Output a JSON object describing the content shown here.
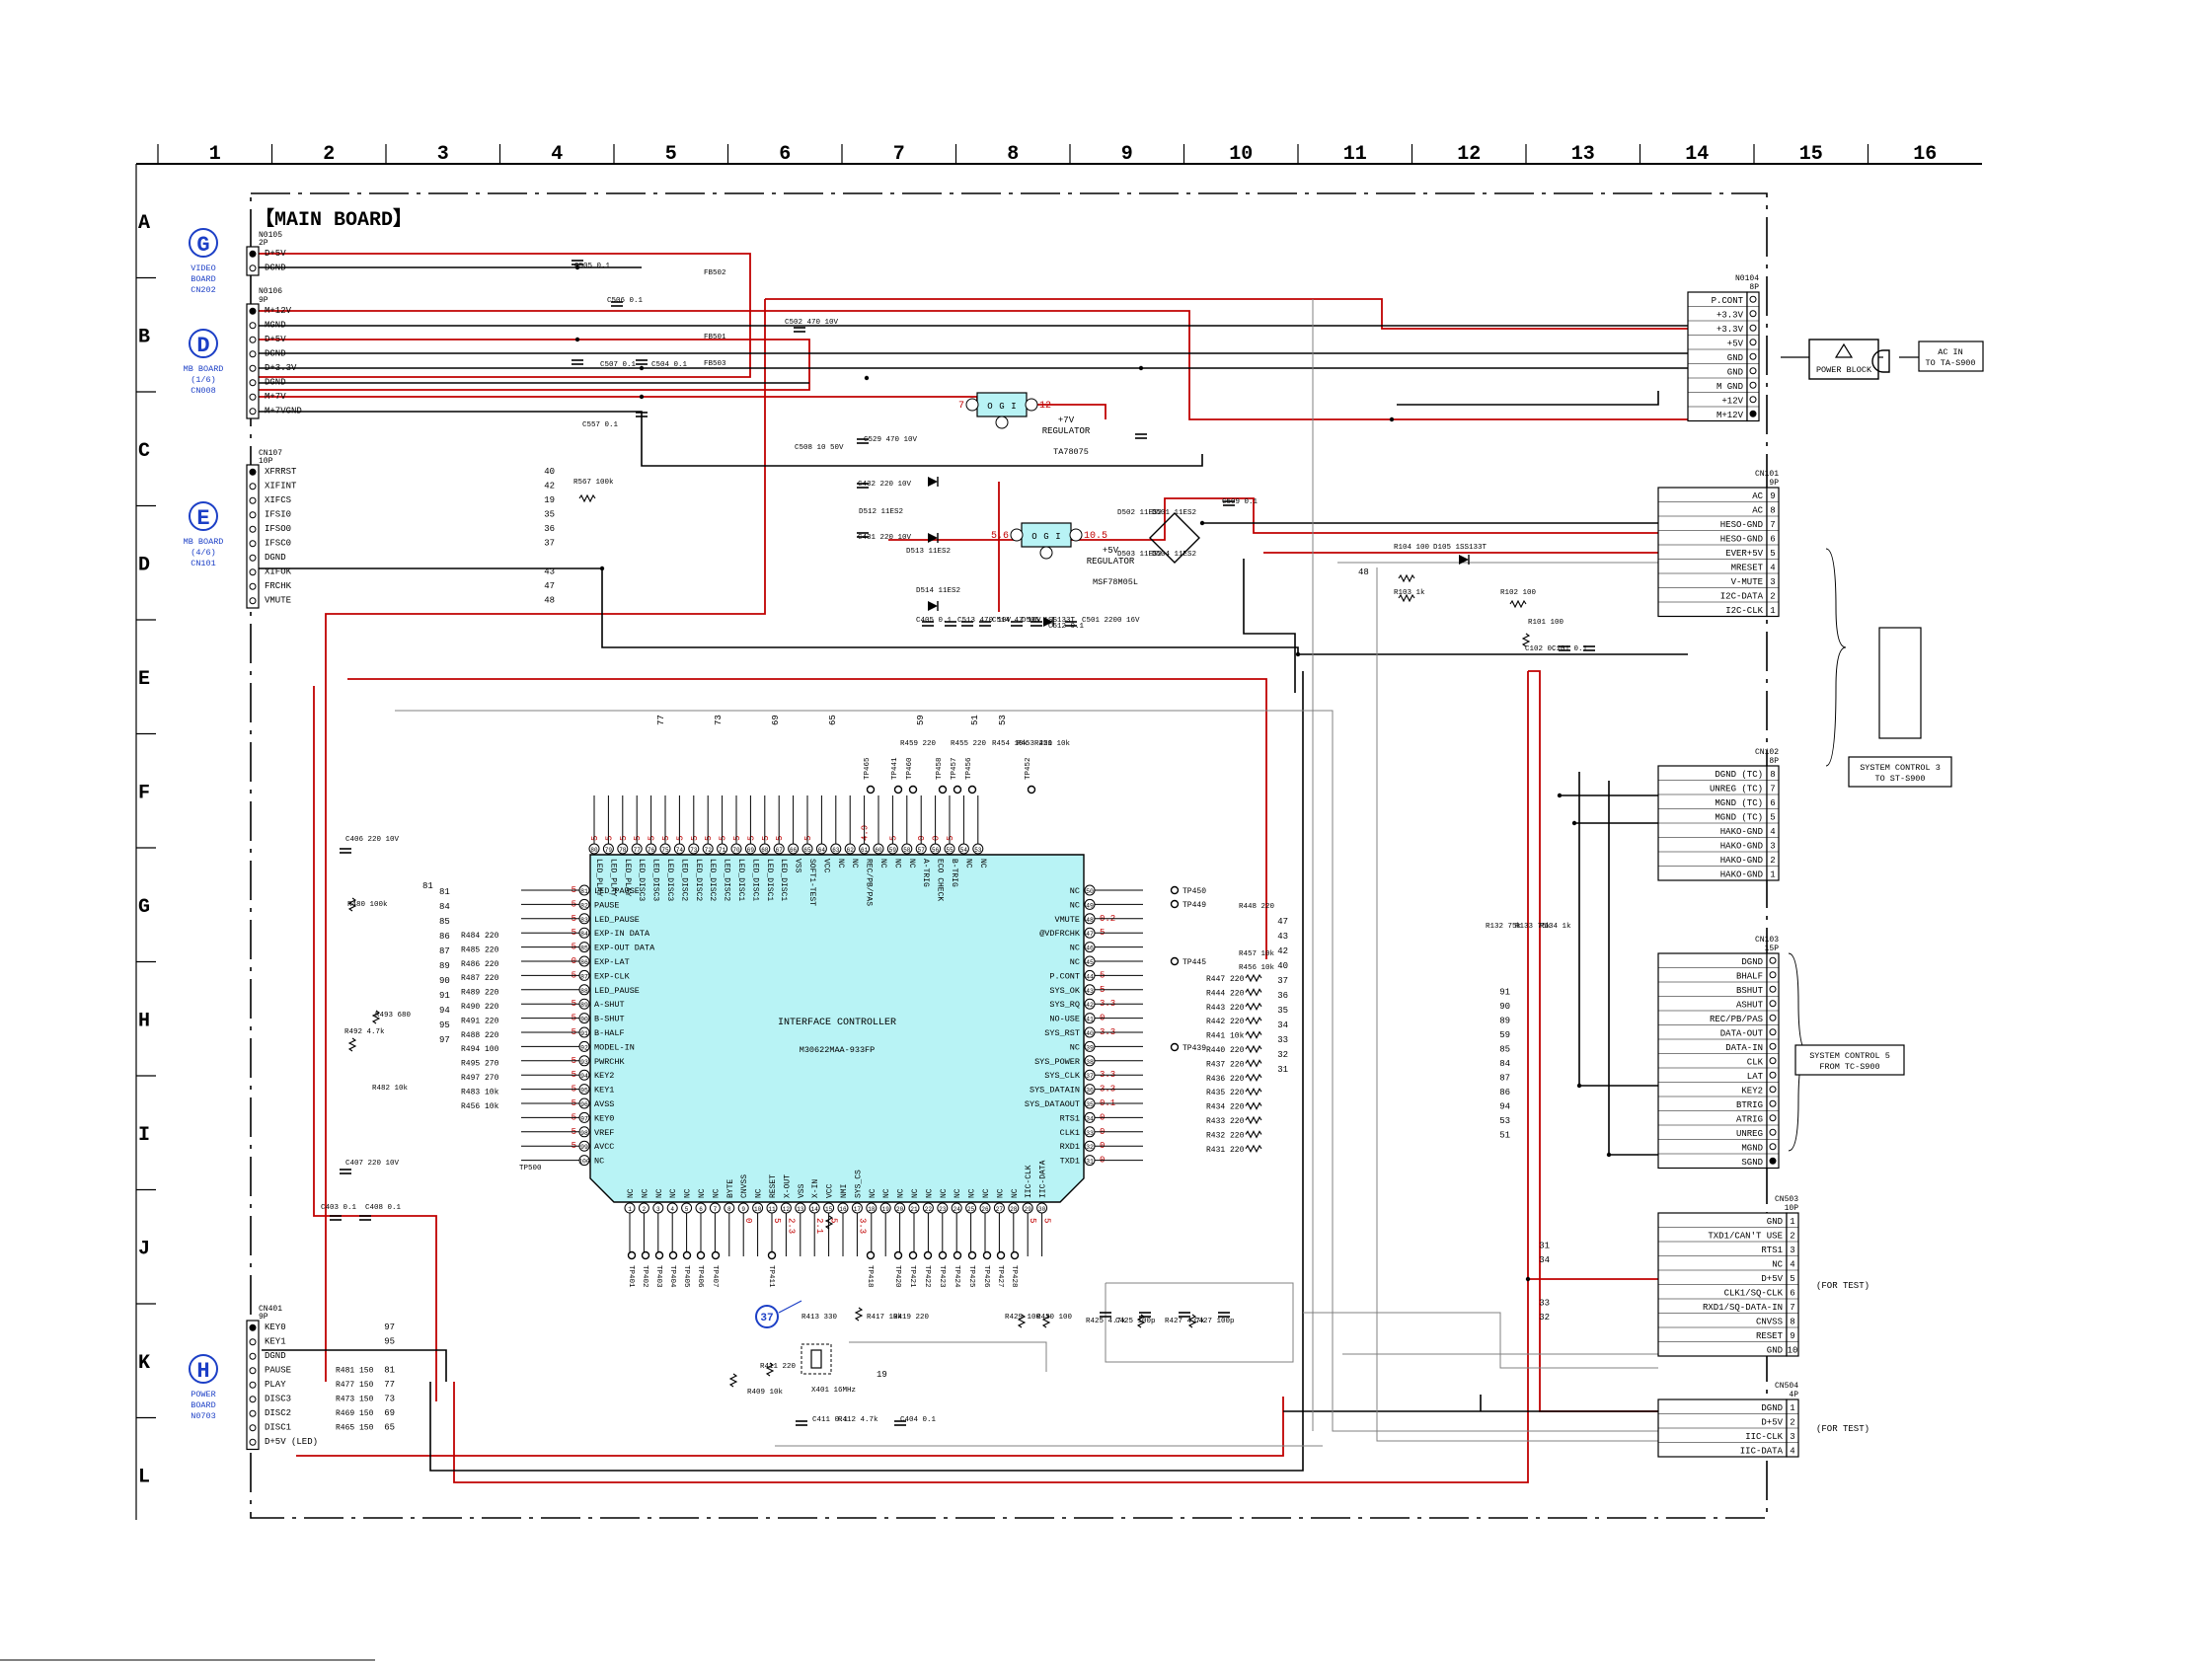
{
  "grid": {
    "columns": [
      "1",
      "2",
      "3",
      "4",
      "5",
      "6",
      "7",
      "8",
      "9",
      "10",
      "11",
      "12",
      "13",
      "14",
      "15",
      "16"
    ],
    "rows": [
      "A",
      "B",
      "C",
      "D",
      "E",
      "F",
      "G",
      "H",
      "I",
      "J",
      "K",
      "L"
    ]
  },
  "board_title": "【MAIN BOARD】",
  "colors": {
    "power_wire": "#c00000",
    "signal_wire": "#000000",
    "aux_wire": "#808080",
    "ic_fill": "#b8f3f5",
    "off_sheet_link": "#1c3fc6"
  },
  "off_sheet_links": [
    {
      "letter": "G",
      "label_lines": [
        "VIDEO",
        "BOARD",
        "CN202"
      ]
    },
    {
      "letter": "D",
      "label_lines": [
        "MB BOARD",
        "(1/6)",
        "CN008"
      ]
    },
    {
      "letter": "E",
      "label_lines": [
        "MB BOARD",
        "(4/6)",
        "CN101"
      ]
    },
    {
      "letter": "H",
      "label_lines": [
        "POWER",
        "BOARD",
        "N0703"
      ]
    }
  ],
  "connectors_left": [
    {
      "ref": "N0105",
      "sub": "2P",
      "pins": [
        "D+5V",
        "DGND"
      ]
    },
    {
      "ref": "N0106",
      "sub": "9P",
      "pins": [
        "M+12V",
        "MGND",
        "D+5V",
        "DGND",
        "D+3.3V",
        "DGND",
        "M+7V",
        "M+7VGND"
      ]
    },
    {
      "ref": "CN107",
      "sub": "10P",
      "pins": [
        "XFRRST",
        "XIFINT",
        "XIFCS",
        "IFSI0",
        "IFSO0",
        "IFSC0",
        "DGND",
        "XIFOK",
        "FRCHK",
        "VMUTE"
      ],
      "nums": [
        "40",
        "42",
        "19",
        "35",
        "36",
        "37",
        "",
        "43",
        "47",
        "48"
      ]
    },
    {
      "ref": "CN401",
      "sub": "9P",
      "pins": [
        "KEY0",
        "KEY1",
        "DGND",
        "PAUSE",
        "PLAY",
        "DISC3",
        "DISC2",
        "DISC1",
        "D+5V (LED)"
      ],
      "nums": [
        "97",
        "95",
        "",
        "81",
        "77",
        "73",
        "69",
        "65",
        ""
      ],
      "res": [
        "",
        "",
        "",
        "R481 150",
        "R477 150",
        "R473 150",
        "R469 150",
        "R465 150",
        ""
      ]
    }
  ],
  "connectors_right": [
    {
      "ref": "N0104",
      "sub": "8P",
      "pins": [
        "P.CONT",
        "+3.3V",
        "+3.3V",
        "+5V",
        "GND",
        "GND",
        "M GND",
        "+12V",
        "M+12V"
      ]
    },
    {
      "ref": "CN101",
      "sub": "9P",
      "pins": [
        "AC",
        "AC",
        "HESO-GND",
        "HESO-GND",
        "EVER+5V",
        "MRESET",
        "V-MUTE",
        "I2C-DATA",
        "I2C-CLK"
      ],
      "nums": [
        "9",
        "8",
        "7",
        "6",
        "5",
        "4",
        "3",
        "2",
        "1"
      ]
    },
    {
      "ref": "CN102",
      "sub": "8P",
      "pins": [
        "DGND (TC)",
        "UNREG (TC)",
        "MGND (TC)",
        "MGND (TC)",
        "HAKO-GND",
        "HAKO-GND",
        "HAKO-GND",
        "HAKO-GND"
      ],
      "nums": [
        "8",
        "7",
        "6",
        "5",
        "4",
        "3",
        "2",
        "1"
      ]
    },
    {
      "ref": "CN103",
      "sub": "15P",
      "pins": [
        "DGND",
        "BHALF",
        "BSHUT",
        "ASHUT",
        "REC/PB/PAS",
        "DATA-OUT",
        "DATA-IN",
        "CLK",
        "LAT",
        "KEY2",
        "BTRIG",
        "ATRIG",
        "UNREG",
        "MGND",
        "SGND"
      ],
      "nums": [
        "",
        "91",
        "90",
        "89",
        "59",
        "85",
        "84",
        "87",
        "86",
        "94",
        "53",
        "51",
        "",
        "",
        ""
      ]
    },
    {
      "ref": "CN503",
      "sub": "10P",
      "pins": [
        "GND",
        "TXD1/CAN'T USE",
        "RTS1",
        "NC",
        "D+5V",
        "CLK1/SQ-CLK",
        "RXD1/SQ-DATA-IN",
        "CNVSS",
        "RESET",
        "GND"
      ],
      "nums": [
        "1",
        "2",
        "3",
        "4",
        "5",
        "6",
        "7",
        "8",
        "9",
        "10"
      ],
      "side_nums": [
        "",
        "31",
        "34",
        "",
        "",
        "33",
        "32",
        "",
        "",
        ""
      ]
    },
    {
      "ref": "CN504",
      "sub": "4P",
      "pins": [
        "DGND",
        "D+5V",
        "IIC-CLK",
        "IIC-DATA"
      ],
      "nums": [
        "1",
        "2",
        "3",
        "4"
      ]
    }
  ],
  "test_notes": [
    "(FOR TEST)",
    "(FOR TEST)"
  ],
  "power_block": {
    "label": "POWER BLOCK",
    "ac_in": [
      "AC IN",
      "TO TA-S900"
    ]
  },
  "system_blocks": [
    {
      "lines": [
        "SYSTEM CONTROL 3",
        "TO ST-S900"
      ]
    },
    {
      "lines": [
        "SYSTEM CONTROL 5",
        "FROM TC-S900"
      ]
    }
  ],
  "regulators": [
    {
      "label_lines": [
        "+7V",
        "REGULATOR"
      ],
      "part": "TA78075",
      "pin_labels": [
        "O",
        "G",
        "I"
      ],
      "in_v": "12",
      "out_v": "7"
    },
    {
      "label_lines": [
        "+5V",
        "REGULATOR"
      ],
      "part": "MSF78M05L",
      "pin_labels": [
        "O",
        "G",
        "I"
      ],
      "in_v": "10.5",
      "out_v": "5.6"
    }
  ],
  "ic": {
    "name": "INTERFACE CONTROLLER",
    "part": "M30622MAA-933FP",
    "test_ref": "37",
    "left_pins": [
      {
        "n": "81",
        "name": "LED_PAUSE",
        "v": "5"
      },
      {
        "n": "82",
        "name": "PAUSE",
        "v": "5"
      },
      {
        "n": "83",
        "name": "LED_PAUSE",
        "v": "5"
      },
      {
        "n": "84",
        "name": "EXP-IN DATA",
        "v": "5"
      },
      {
        "n": "85",
        "name": "EXP-OUT DATA",
        "v": "5"
      },
      {
        "n": "86",
        "name": "EXP-LAT",
        "v": "0"
      },
      {
        "n": "87",
        "name": "EXP-CLK",
        "v": "5"
      },
      {
        "n": "88",
        "name": "LED_PAUSE",
        "v": ""
      },
      {
        "n": "89",
        "name": "A-SHUT",
        "v": "5"
      },
      {
        "n": "90",
        "name": "B-SHUT",
        "v": "5"
      },
      {
        "n": "91",
        "name": "B-HALF",
        "v": "5"
      },
      {
        "n": "92",
        "name": "MODEL-IN",
        "v": ""
      },
      {
        "n": "93",
        "name": "PWRCHK",
        "v": "5"
      },
      {
        "n": "94",
        "name": "KEY2",
        "v": "5"
      },
      {
        "n": "95",
        "name": "KEY1",
        "v": "5"
      },
      {
        "n": "96",
        "name": "AVSS",
        "v": "5"
      },
      {
        "n": "97",
        "name": "KEY0",
        "v": "5"
      },
      {
        "n": "98",
        "name": "VREF",
        "v": "5"
      },
      {
        "n": "99",
        "name": "AVCC",
        "v": "5"
      },
      {
        "n": "100",
        "name": "NC",
        "v": ""
      }
    ],
    "top_pins": [
      {
        "n": "80",
        "name": "LED_PLAY",
        "v": "5"
      },
      {
        "n": "79",
        "name": "LED_PLAY",
        "v": "5"
      },
      {
        "n": "78",
        "name": "LED_PLAY",
        "v": "5"
      },
      {
        "n": "77",
        "name": "LED_DISC3",
        "v": "5"
      },
      {
        "n": "76",
        "name": "LED_DISC3",
        "v": "5"
      },
      {
        "n": "75",
        "name": "LED_DISC3",
        "v": "5"
      },
      {
        "n": "74",
        "name": "LED_DISC2",
        "v": "5"
      },
      {
        "n": "73",
        "name": "LED_DISC2",
        "v": "5"
      },
      {
        "n": "72",
        "name": "LED_DISC2",
        "v": "5"
      },
      {
        "n": "71",
        "name": "LED_DISC2",
        "v": "5"
      },
      {
        "n": "70",
        "name": "LED_DISC1",
        "v": "5"
      },
      {
        "n": "69",
        "name": "LED_DISC1",
        "v": "5"
      },
      {
        "n": "68",
        "name": "LED_DISC1",
        "v": "5"
      },
      {
        "n": "67",
        "name": "LED_DISC1",
        "v": "5"
      },
      {
        "n": "66",
        "name": "VSS",
        "v": ""
      },
      {
        "n": "65",
        "name": "SOFT1-TEST",
        "v": "5"
      },
      {
        "n": "64",
        "name": "VCC",
        "v": ""
      },
      {
        "n": "63",
        "name": "NC",
        "v": ""
      },
      {
        "n": "62",
        "name": "NC",
        "v": ""
      },
      {
        "n": "61",
        "name": "REC/PB/PAS",
        "v": "4.9"
      },
      {
        "n": "60",
        "name": "NC",
        "v": ""
      },
      {
        "n": "59",
        "name": "NC",
        "v": "5"
      },
      {
        "n": "58",
        "name": "NC",
        "v": ""
      },
      {
        "n": "57",
        "name": "A-TRIG",
        "v": "0"
      },
      {
        "n": "56",
        "name": "ECO CHECK",
        "v": "0"
      },
      {
        "n": "55",
        "name": "B-TRIG",
        "v": "5"
      },
      {
        "n": "54",
        "name": "NC",
        "v": ""
      },
      {
        "n": "53",
        "name": "NC",
        "v": ""
      }
    ],
    "right_pins": [
      {
        "n": "50",
        "name": "NC",
        "v": ""
      },
      {
        "n": "49",
        "name": "NC",
        "v": ""
      },
      {
        "n": "48",
        "name": "VMUTE",
        "v": "0.2"
      },
      {
        "n": "47",
        "name": "@VDFRCHK",
        "v": "5"
      },
      {
        "n": "46",
        "name": "NC",
        "v": ""
      },
      {
        "n": "45",
        "name": "NC",
        "v": ""
      },
      {
        "n": "44",
        "name": "P.CONT",
        "v": "5"
      },
      {
        "n": "43",
        "name": "SYS_OK",
        "v": "5"
      },
      {
        "n": "42",
        "name": "SYS_RQ",
        "v": "3.3"
      },
      {
        "n": "41",
        "name": "NO-USE",
        "v": "0"
      },
      {
        "n": "40",
        "name": "SYS_RST",
        "v": "3.3"
      },
      {
        "n": "39",
        "name": "NC",
        "v": ""
      },
      {
        "n": "38",
        "name": "SYS_POWER",
        "v": ""
      },
      {
        "n": "37",
        "name": "SYS_CLK",
        "v": "3.3"
      },
      {
        "n": "36",
        "name": "SYS_DATAIN",
        "v": "3.3"
      },
      {
        "n": "35",
        "name": "SYS_DATAOUT",
        "v": "0.1"
      },
      {
        "n": "34",
        "name": "RTS1",
        "v": "0"
      },
      {
        "n": "33",
        "name": "CLK1",
        "v": "0"
      },
      {
        "n": "32",
        "name": "RXD1",
        "v": "0"
      },
      {
        "n": "31",
        "name": "TXD1",
        "v": "0"
      }
    ],
    "bottom_pins": [
      {
        "n": "1",
        "name": "NC",
        "v": ""
      },
      {
        "n": "2",
        "name": "NC",
        "v": ""
      },
      {
        "n": "3",
        "name": "NC",
        "v": ""
      },
      {
        "n": "4",
        "name": "NC",
        "v": ""
      },
      {
        "n": "5",
        "name": "NC",
        "v": ""
      },
      {
        "n": "6",
        "name": "NC",
        "v": ""
      },
      {
        "n": "7",
        "name": "NC",
        "v": ""
      },
      {
        "n": "8",
        "name": "BYTE",
        "v": ""
      },
      {
        "n": "9",
        "name": "CNVSS",
        "v": "0"
      },
      {
        "n": "10",
        "name": "NC",
        "v": ""
      },
      {
        "n": "11",
        "name": "RESET",
        "v": "5"
      },
      {
        "n": "12",
        "name": "X-OUT",
        "v": "2.3"
      },
      {
        "n": "13",
        "name": "VSS",
        "v": ""
      },
      {
        "n": "14",
        "name": "X-IN",
        "v": "2.1"
      },
      {
        "n": "15",
        "name": "VCC",
        "v": "5"
      },
      {
        "n": "16",
        "name": "NMI",
        "v": ""
      },
      {
        "n": "17",
        "name": "SYS_CS",
        "v": "3.3"
      },
      {
        "n": "18",
        "name": "NC",
        "v": ""
      },
      {
        "n": "19",
        "name": "NC",
        "v": ""
      },
      {
        "n": "20",
        "name": "NC",
        "v": ""
      },
      {
        "n": "21",
        "name": "NC",
        "v": ""
      },
      {
        "n": "22",
        "name": "NC",
        "v": ""
      },
      {
        "n": "23",
        "name": "NC",
        "v": ""
      },
      {
        "n": "24",
        "name": "NC",
        "v": ""
      },
      {
        "n": "25",
        "name": "NC",
        "v": ""
      },
      {
        "n": "26",
        "name": "NC",
        "v": ""
      },
      {
        "n": "27",
        "name": "NC",
        "v": ""
      },
      {
        "n": "28",
        "name": "NC",
        "v": ""
      },
      {
        "n": "29",
        "name": "IIC-CLK",
        "v": "5"
      },
      {
        "n": "30",
        "name": "IIC-DATA",
        "v": "5"
      }
    ]
  },
  "right_side_resistors": [
    "R447 220",
    "R444 220",
    "R443 220",
    "R442 220",
    "R441 10k",
    "R440 220",
    "R437 220",
    "R436 220",
    "R435 220",
    "R434 220",
    "R433 220",
    "R432 220",
    "R431 220"
  ],
  "right_side_nums": [
    "47",
    "43",
    "42",
    "40",
    "37",
    "36",
    "35",
    "34",
    "33",
    "32",
    "31"
  ],
  "test_points_right": [
    "TP450",
    "TP449",
    "TP445",
    "TP439"
  ],
  "test_points_top": [
    "TP465",
    "TP441",
    "TP460",
    "TP458",
    "TP457",
    "TP456",
    "TP452"
  ],
  "test_points_bottom": [
    "TP401",
    "TP402",
    "TP403",
    "TP404",
    "TP405",
    "TP406",
    "TP407",
    "TP411",
    "TP418",
    "TP420",
    "TP421",
    "TP422",
    "TP423",
    "TP424",
    "TP425",
    "TP426",
    "TP427",
    "TP428"
  ],
  "left_side_resistors": [
    "R484 220",
    "R485 220",
    "R486 220",
    "R487 220",
    "R489 220",
    "R490 220",
    "R491 220",
    "R488 220",
    "R494 100",
    "R495 270",
    "R497 270",
    "R483 10k",
    "R456 10k"
  ],
  "left_side_nums": [
    "81",
    "84",
    "85",
    "86",
    "87",
    "89",
    "90",
    "91",
    "94",
    "95",
    "97"
  ],
  "top_net_nums": [
    "77",
    "73",
    "69",
    "65",
    "59",
    "51",
    "53"
  ],
  "misc_labels": [
    "C505 0.1",
    "FB502",
    "C506 0.1",
    "FB501",
    "C502 470 10V",
    "C507 0.1",
    "C504 0.1",
    "FB503",
    "C557 0.1",
    "C529 470 10V",
    "C508 10 50V",
    "R567 100k",
    "C432 220 10V",
    "D512 11ES2",
    "C431 220 10V",
    "D513 11ES2",
    "D514 11ES2",
    "C405 0.1",
    "C513 470 10V",
    "C514 47 16V",
    "D505 1SS133T",
    "C512 0.1",
    "C501 2200 16V",
    "D502 11ES2",
    "D501 11ES2",
    "D503 11ES2",
    "D504 11ES2",
    "C509 0.1",
    "R104 100",
    "D105 1SS133T",
    "R103 1k",
    "R102 100",
    "R101 100",
    "C102 0.1",
    "C101 0.1",
    "R459 220",
    "R455 220",
    "R454 10k",
    "R453 220",
    "R451 10k",
    "C406 220 10V",
    "R480 100k",
    "R492 4.7k",
    "R493 680",
    "R482 10k",
    "C407 220 10V",
    "C403 0.1",
    "C408 0.1",
    "TP500",
    "R413 330",
    "R411 220",
    "X401 16MHz",
    "R409 10k",
    "C411 0.1",
    "R412 4.7k",
    "C404 0.1",
    "R417 10k",
    "R419 220",
    "R429 100",
    "R430 100",
    "R425 4.7k",
    "C425 100p",
    "R427 4.7k",
    "C427 100p",
    "R448 220",
    "R457 10k",
    "R456 10k",
    "R132 75k",
    "R133 75k",
    "R134 1k"
  ],
  "misc_nums": [
    "81",
    "19",
    "48"
  ]
}
